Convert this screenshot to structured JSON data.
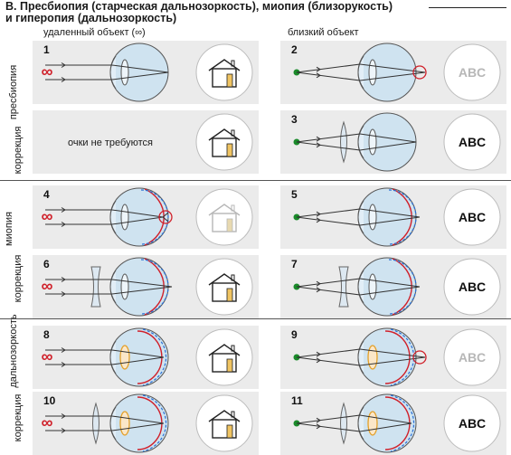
{
  "title": {
    "line1": "B. Пресбиопия (старческая дальнозоркость), миопия (близорукость)",
    "line2": "и гиперопия (дальнозоркость)"
  },
  "columns": {
    "far": "удаленный объект (∞)",
    "near": "близкий объект"
  },
  "sections": [
    {
      "label": "пресбиопия",
      "correction": "коррекция"
    },
    {
      "label": "миопия",
      "correction": "коррекция"
    },
    {
      "label": "дальнозоркость",
      "correction": "коррекция"
    }
  ],
  "panels": [
    "1",
    "2",
    "3",
    "4",
    "5",
    "6",
    "7",
    "8",
    "9",
    "10",
    "11"
  ],
  "infinity_symbol": "∞",
  "note_no_glasses": "очки не требуются",
  "abc_text": "ABC",
  "colors": {
    "eye_fill": "#cfe3f0",
    "eye_stroke": "#555555",
    "retina_red": "#d0202a",
    "retina_blue": "#2a6fd6",
    "dot_green": "#1a8a2a",
    "blur_gray": "#b7b7b7",
    "panel_bg": "#ebebeb"
  },
  "icons": {
    "house": "house-icon",
    "eye": "eye-icon",
    "lens": "lens-icon",
    "object_point": "green-dot-icon"
  }
}
